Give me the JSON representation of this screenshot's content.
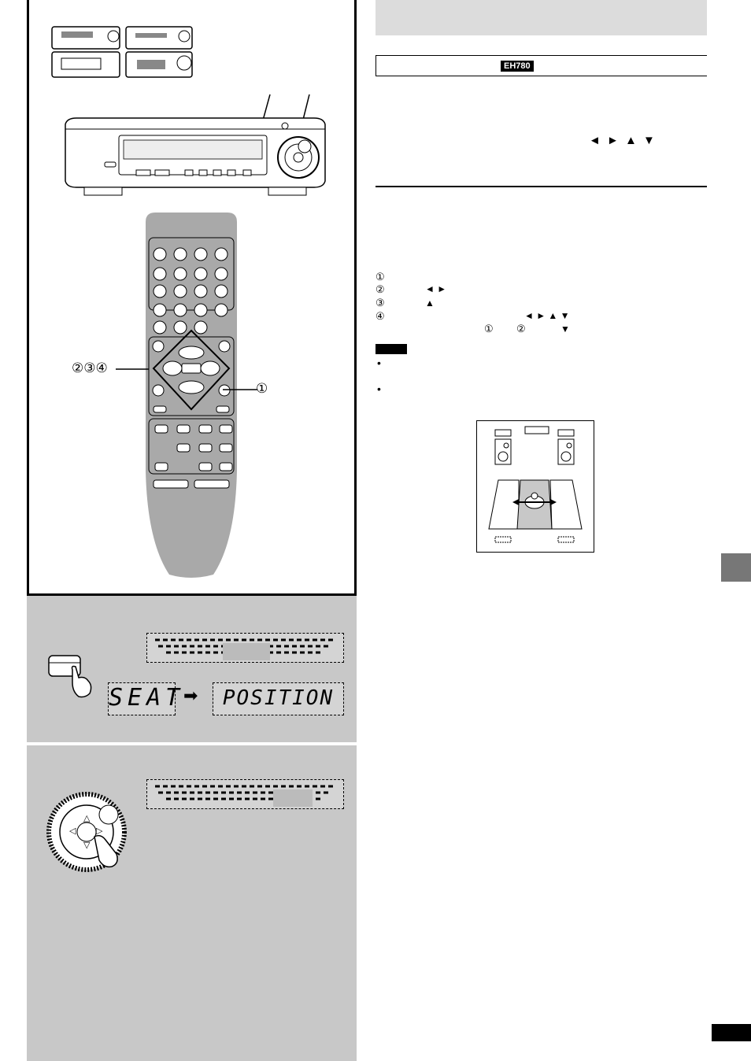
{
  "model_badge": "EH780",
  "arrows_top": "◄ ► ▲ ▼",
  "steps": [
    {
      "num": "①",
      "glyphs": ""
    },
    {
      "num": "②",
      "glyphs": "◄    ►"
    },
    {
      "num": "③",
      "glyphs": "▲"
    },
    {
      "num": "④",
      "glyphs": "◄ ► ▲ ▼"
    }
  ],
  "step4_extra": {
    "a": "①",
    "b": "②",
    "c": "▼"
  },
  "bullets": [
    "•",
    "•"
  ],
  "remote_callout_left": "②③④",
  "remote_callout_right": "①",
  "lcd_seat": "SEAT",
  "lcd_position": "POSITION",
  "lcd_arrow": "➡",
  "dial_arrows": {
    "up": "△",
    "down": "▽",
    "left": "◁",
    "right": "▷"
  },
  "colors": {
    "panel_gray": "#c8c8c8",
    "remote_gray": "#a9a9a9",
    "title_gray": "#dcdcdc"
  }
}
